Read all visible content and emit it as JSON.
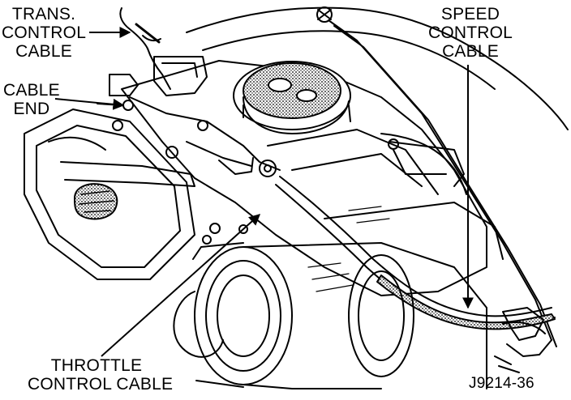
{
  "labels": {
    "trans_control_cable": [
      "TRANS.",
      "CONTROL",
      "CABLE"
    ],
    "cable_end": [
      "CABLE",
      "END"
    ],
    "speed_control_cable": [
      "SPEED",
      "CONTROL",
      "CABLE"
    ],
    "throttle_control_cable": [
      "THROTTLE",
      "CONTROL CABLE"
    ],
    "figure_id": "J9214-36"
  },
  "colors": {
    "ink": "#000000",
    "paper": "#ffffff",
    "stipple": "#7a7a7a"
  }
}
